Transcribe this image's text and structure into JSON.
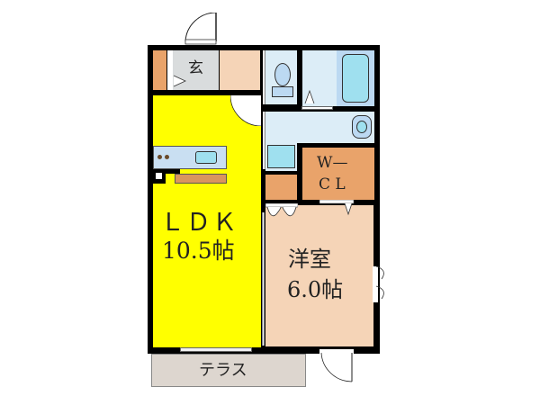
{
  "floorplan": {
    "rooms": {
      "entrance": {
        "label": "玄"
      },
      "ldk": {
        "name": "ＬＤＫ",
        "size": "10.5帖"
      },
      "western_room": {
        "name": "洋室",
        "size": "6.0帖"
      },
      "walk_in_closet": {
        "line1": "W—",
        "line2": "C L"
      },
      "terrace": {
        "label": "テラス"
      }
    },
    "colors": {
      "wall": "#000000",
      "ldk": "#ffff00",
      "western_room": "#f5d4b7",
      "closet_orange": "#e9a36a",
      "entrance_gray": "#d9dcdd",
      "storage_peach": "#f5d4b7",
      "wet_area_blue": "#dcedf7",
      "fixture_blue": "#9fe0ef",
      "terrace_gray": "#ddd6cf"
    }
  }
}
